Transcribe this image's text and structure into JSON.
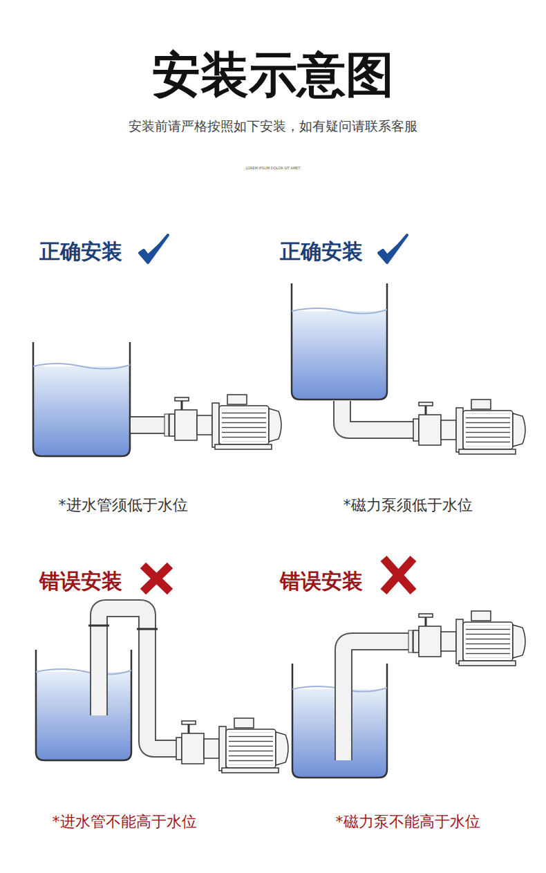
{
  "diagram": {
    "title": "安装示意图",
    "labels": [
      "安装前请严格按照如下安装，如有疑问请联系客服",
      "LOREM IPSUM DOLOR SIT AMET",
      "正确安装",
      "正确安装",
      "*进水管须低于水位",
      "*磁力泵须低于水位",
      "错误安装",
      "错误安装",
      "*进水管不能高于水位",
      "*磁力泵不能高于水位"
    ]
  }
}
